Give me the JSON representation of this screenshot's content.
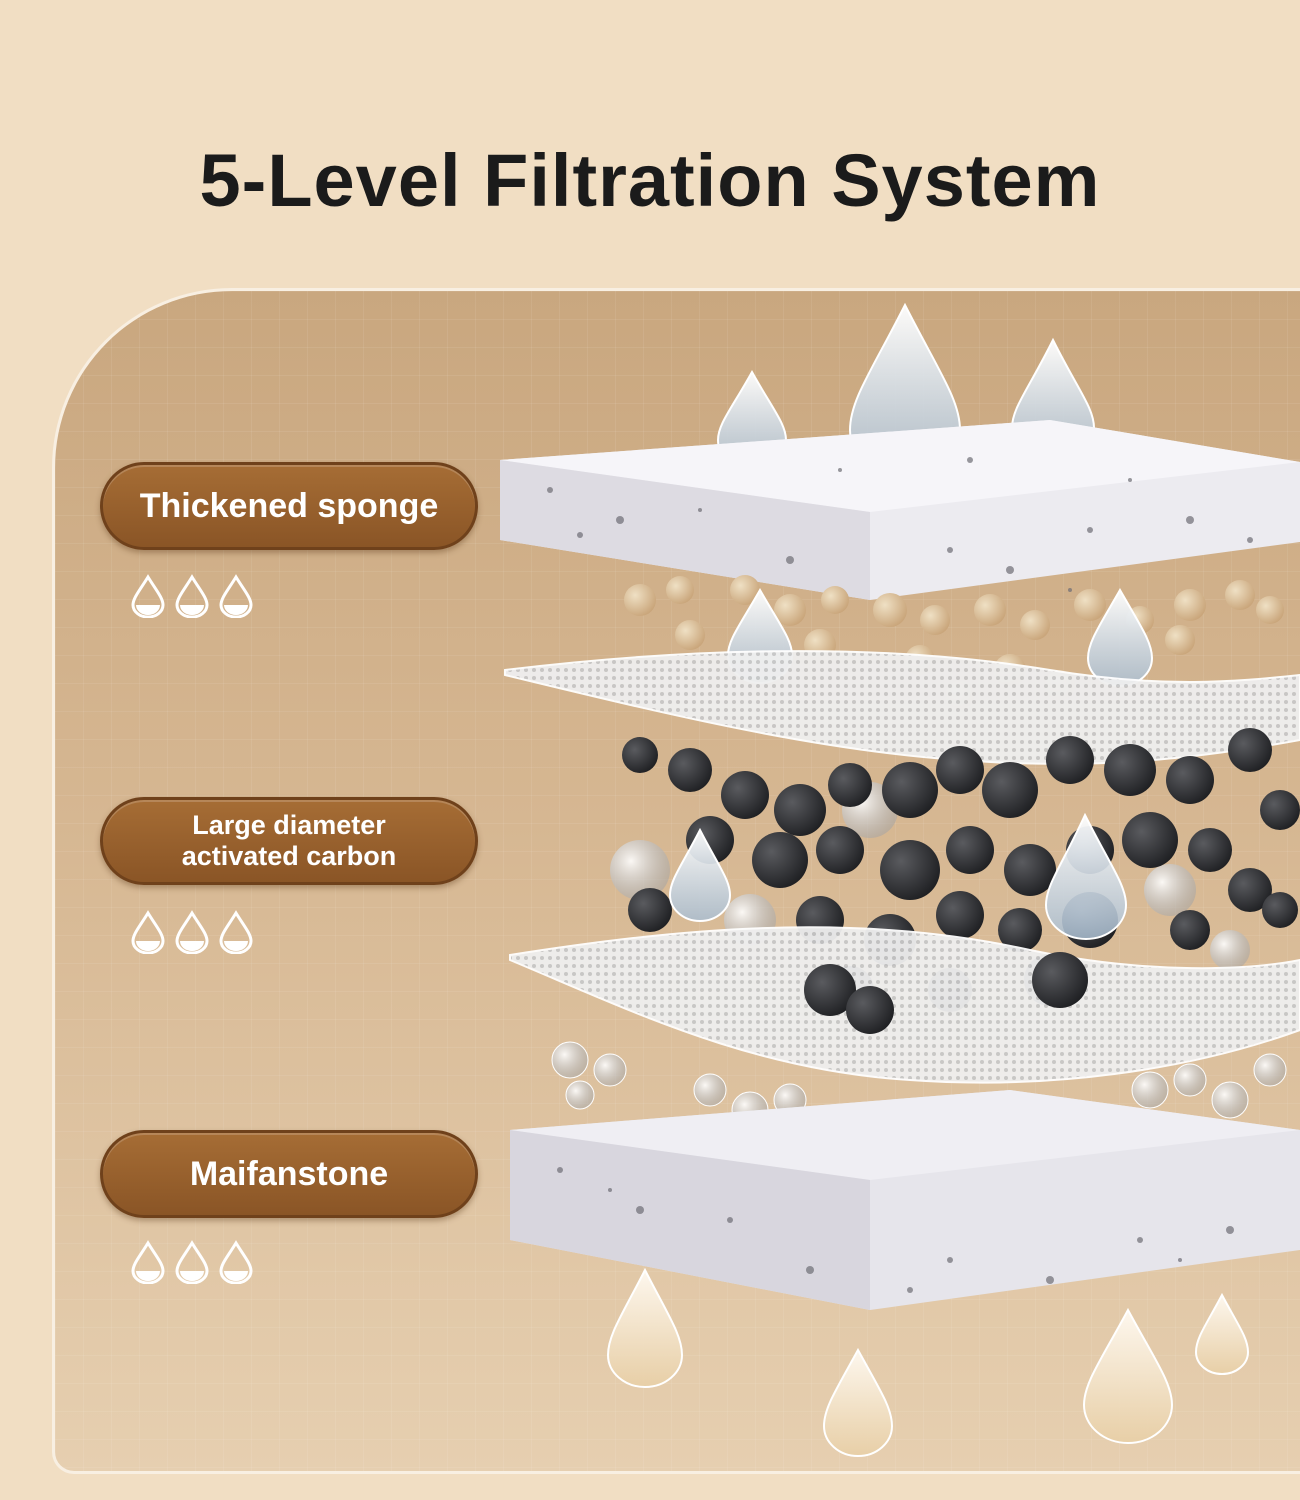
{
  "title": "5-Level Filtration System",
  "layers": [
    {
      "label": "Thickened sponge",
      "icon": "water-drop-icon",
      "drop_count": 3
    },
    {
      "label": "Large diameter activated carbon",
      "icon": "water-drop-icon",
      "drop_count": 3
    },
    {
      "label": "Maifanstone",
      "icon": "water-drop-icon",
      "drop_count": 3
    }
  ],
  "colors": {
    "background": "#f1dec3",
    "panel": "#d6b792",
    "pill": "#8a5526",
    "pill_text": "#ffffff",
    "title_text": "#1b1b1b",
    "sponge": "#e6e4ea",
    "ceramic_ball": "#d9c19a",
    "carbon_ball": "#2f3033",
    "mesh": "#eeeeee"
  }
}
